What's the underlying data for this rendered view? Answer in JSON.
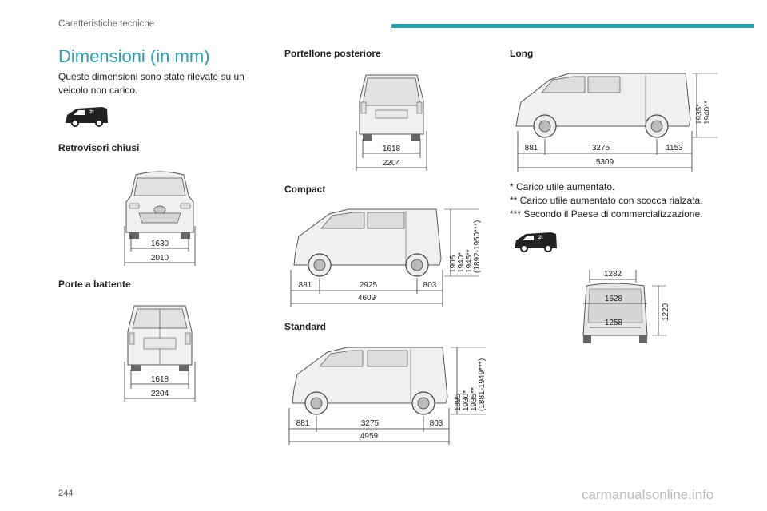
{
  "header": {
    "section": "Caratteristiche tecniche"
  },
  "title": "Dimensioni (in mm)",
  "intro": "Queste dimensioni sono state rilevate su un veicolo non carico.",
  "labels": {
    "mirrors": "Retrovisori chiusi",
    "hinged": "Porte a battente",
    "tailgate": "Portellone posteriore",
    "compact": "Compact",
    "standard": "Standard",
    "long": "Long"
  },
  "dims": {
    "mirrors": {
      "a": "1630",
      "b": "2010"
    },
    "hinged": {
      "a": "1618",
      "b": "2204"
    },
    "tailgate": {
      "a": "1618",
      "b": "2204"
    },
    "compact": {
      "front": "881",
      "wheelbase": "2925",
      "rear": "803",
      "total": "4609",
      "h1": "1905",
      "h2": "1940*",
      "h3": "1945**",
      "h4": "(1892-1950***)"
    },
    "standard": {
      "front": "881",
      "wheelbase": "3275",
      "rear": "803",
      "total": "4959",
      "h1": "1895",
      "h2": "1930*",
      "h3": "1935**",
      "h4": "(1881-1949***)"
    },
    "long": {
      "front": "881",
      "wheelbase": "3275",
      "rear": "1153",
      "total": "5309",
      "h1": "1935*",
      "h2": "1940**"
    },
    "cargo": {
      "top": "1282",
      "mid": "1628",
      "bottom": "1258",
      "height": "1220"
    }
  },
  "notes": [
    "* Carico utile aumentato.",
    "** Carico utile aumentato con scocca rialzata.",
    "*** Secondo il Paese di commercializzazione."
  ],
  "page_number": "244",
  "watermark": "carmanualsonline.info"
}
